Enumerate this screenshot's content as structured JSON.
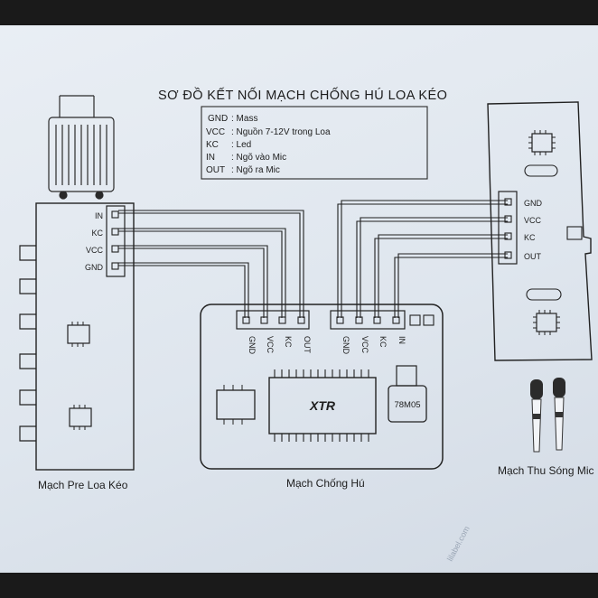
{
  "diagram": {
    "title": "SƠ ĐỒ KẾT NỐI MẠCH CHỐNG HÚ LOA KÉO",
    "legend": [
      {
        "key": "GND",
        "desc": ": Mass"
      },
      {
        "key": "VCC",
        "desc": ": Nguồn 7-12V trong Loa"
      },
      {
        "key": "KC",
        "desc": ": Led"
      },
      {
        "key": "IN",
        "desc": ": Ngõ vào Mic"
      },
      {
        "key": "OUT",
        "desc": ": Ngõ ra Mic"
      }
    ],
    "pre_board": {
      "caption": "Mạch Pre Loa Kéo",
      "pins": [
        "IN",
        "KC",
        "VCC",
        "GND"
      ]
    },
    "anti_howl_board": {
      "caption": "Mạch Chống Hú",
      "left_header_pins": [
        "GND",
        "VCC",
        "KC",
        "OUT"
      ],
      "right_header_pins": [
        "GND",
        "VCC",
        "KC",
        "IN"
      ],
      "main_chip": "XTR",
      "regulator": "78M05"
    },
    "receiver_board": {
      "caption": "Mạch Thu Sóng Mic",
      "pins": [
        "GND",
        "VCC",
        "KC",
        "OUT"
      ]
    },
    "watermark": "lilabel.com"
  },
  "colors": {
    "paper": "#e4eaf1",
    "ink": "#1d1d1d",
    "background": "#1a1a1a"
  }
}
